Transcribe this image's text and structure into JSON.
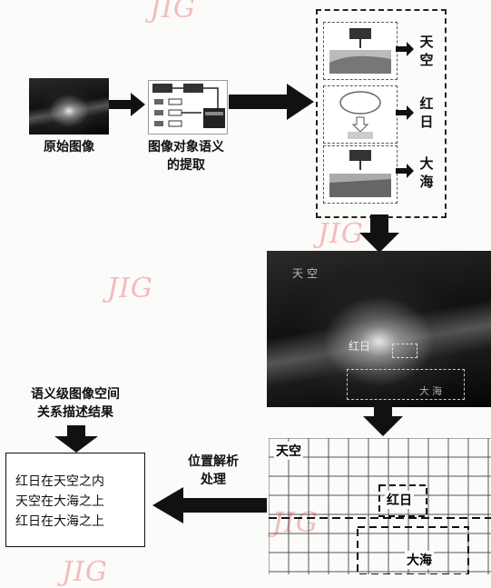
{
  "watermark": "JIG",
  "original_label": "原始图像",
  "extract_label": [
    "图像对象语义",
    "的提取"
  ],
  "objects": [
    {
      "label": "天空"
    },
    {
      "label": "红日"
    },
    {
      "label": "大海"
    }
  ],
  "overlay_labels": {
    "sky": "天空",
    "sun": "红日",
    "sea": "大海"
  },
  "grid_labels": {
    "sky": "天空",
    "sun": "红日",
    "sea": "大海"
  },
  "process_label": [
    "位置解析",
    "处理"
  ],
  "result_title": [
    "语义级图像空间",
    "关系描述结果"
  ],
  "result_lines": [
    "红日在天空之内",
    "天空在大海之上",
    "红日在大海之上"
  ]
}
